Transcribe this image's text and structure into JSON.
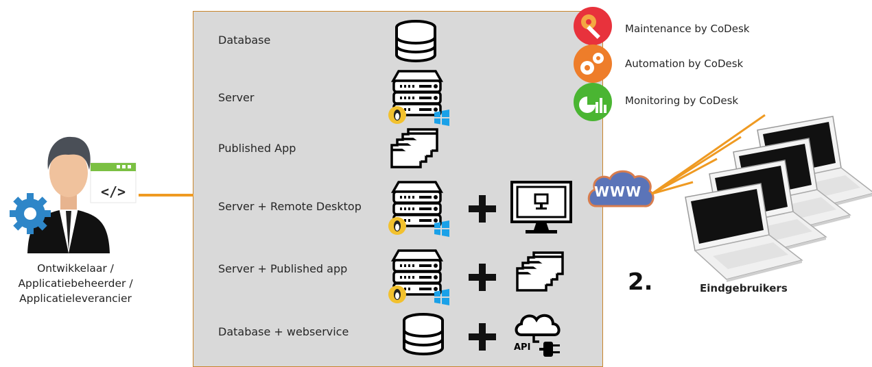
{
  "developer": {
    "lines": [
      "Ontwikkelaar /",
      "Applicatiebeheerder /",
      "Applicatieleverancier"
    ],
    "code_glyph": "</>"
  },
  "rows": [
    {
      "label": "Database"
    },
    {
      "label": "Server"
    },
    {
      "label": "Published App"
    },
    {
      "label": "Server + Remote Desktop"
    },
    {
      "label": "Server + Published app"
    },
    {
      "label": "Database + webservice"
    }
  ],
  "services": [
    {
      "label": "Maintenance by CoDesk",
      "color": "#e8323c"
    },
    {
      "label": "Automation by CoDesk",
      "color": "#ee7d2a"
    },
    {
      "label": "Monitoring by CoDesk",
      "color": "#4ab532"
    }
  ],
  "internet": {
    "label": "WWW"
  },
  "api": {
    "label": "API"
  },
  "step": {
    "label": "2."
  },
  "end_users": {
    "label": "Eindgebruikers"
  },
  "colors": {
    "connector": "#ef9a22",
    "panel_bg": "#d9d9d9",
    "panel_border": "#c8852a",
    "linux_badge": "#f2c12e",
    "windows": "#1aa1e8"
  }
}
